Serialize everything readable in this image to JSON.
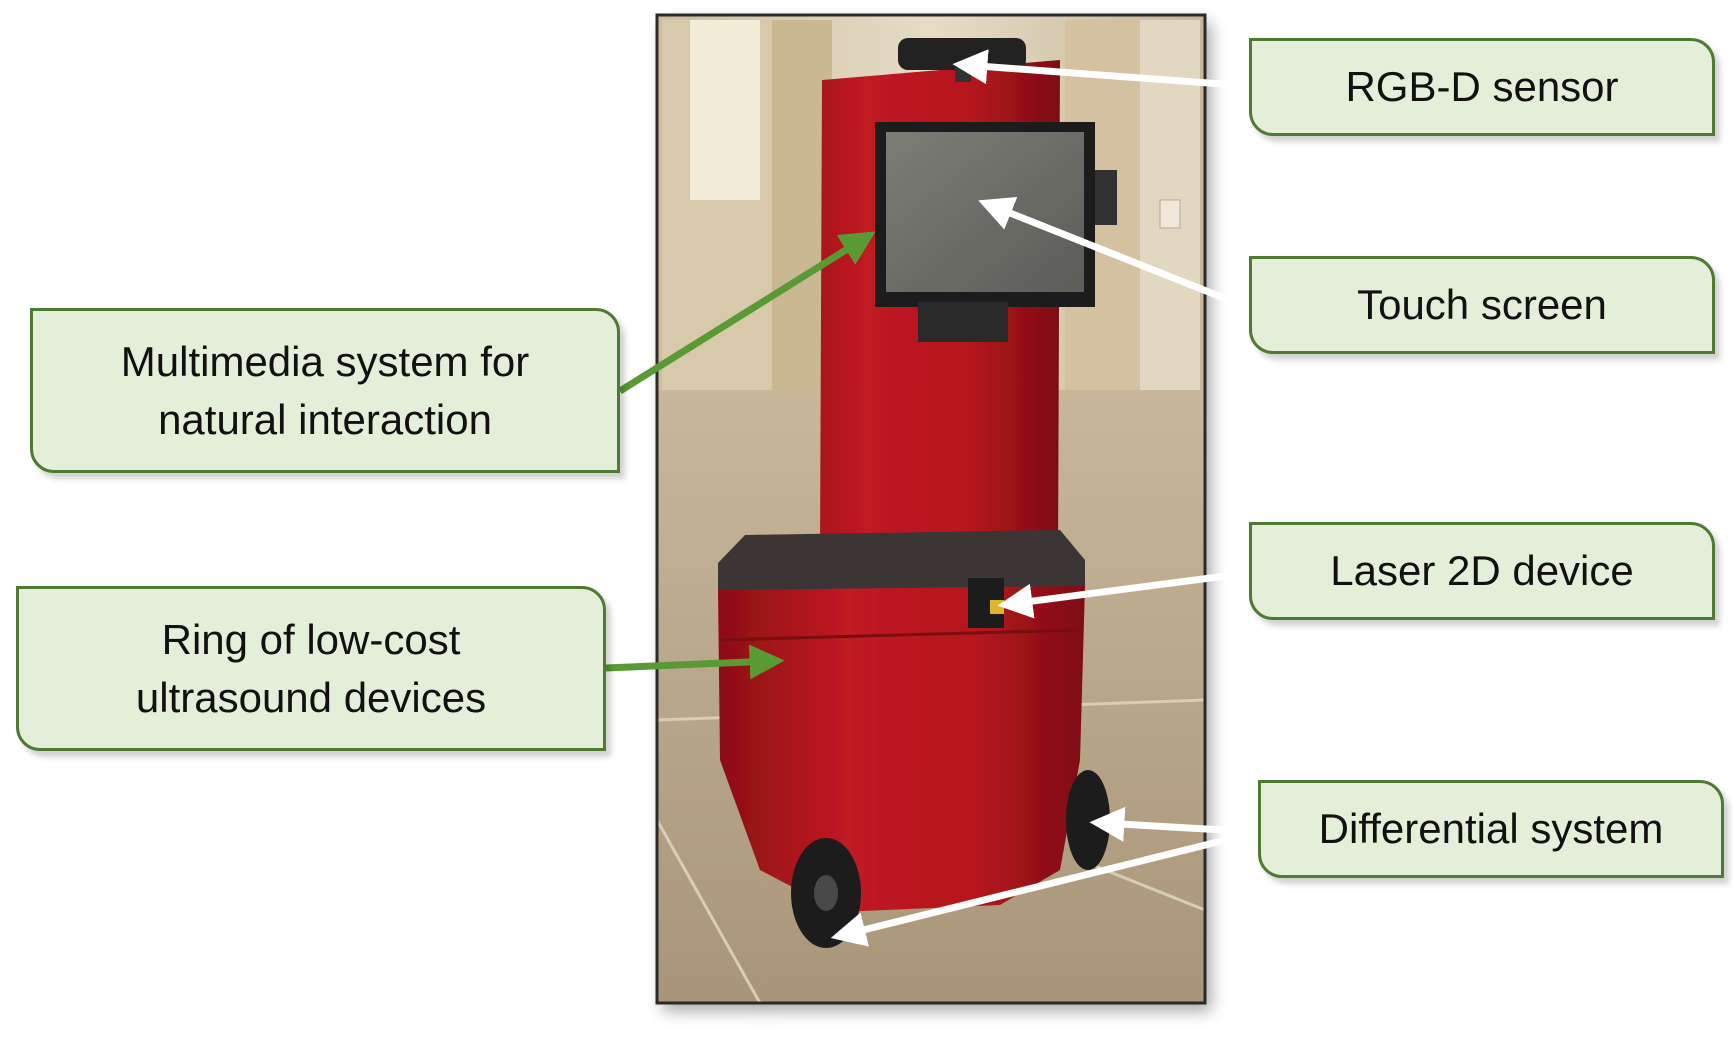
{
  "callouts": {
    "multimedia": {
      "line1": "Multimedia system for",
      "line2": "natural interaction"
    },
    "ring": {
      "line1": "Ring of low-cost",
      "line2": "ultrasound devices"
    },
    "rgbd": "RGB-D sensor",
    "touch": "Touch screen",
    "laser": "Laser 2D device",
    "differential": "Differential system"
  },
  "colors": {
    "callout_fill": "#e3efd8",
    "callout_border": "#4f7a33",
    "green_arrow": "#5a9a34",
    "white_arrow": "#ffffff",
    "robot_red": "#b3151c"
  }
}
